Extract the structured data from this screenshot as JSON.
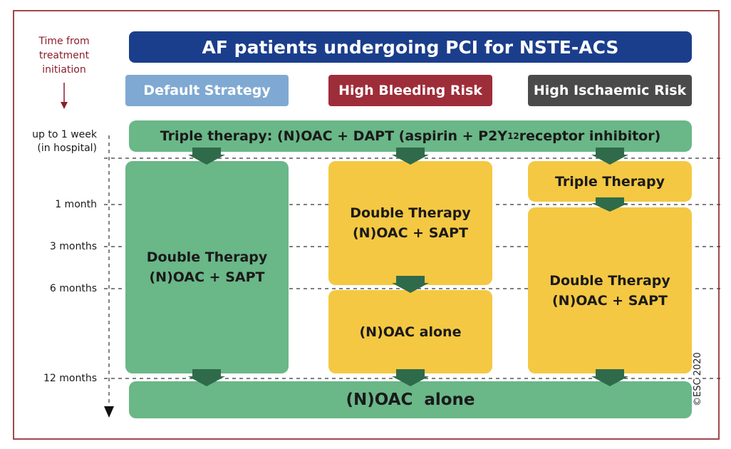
{
  "title": "AF patients undergoing PCI for NSTE-ACS",
  "time_axis": {
    "title": "Time from treatment initiation",
    "ticks": [
      "up to 1 week",
      "(in hospital)",
      "1 month",
      "3 months",
      "6 months",
      "12 months"
    ]
  },
  "columns": {
    "default": "Default Strategy",
    "bleeding": "High Bleeding Risk",
    "ischaemic": "High Ischaemic Risk"
  },
  "colors": {
    "title": "#1b3e8c",
    "default": "#7fa9d2",
    "bleeding": "#9e2d3a",
    "ischaemic": "#4a4a4a",
    "green": "#6ab788",
    "yellow": "#f4c842",
    "arrow": "#2f6b4a"
  },
  "triple_top": {
    "text_pre": "Triple therapy: (N)OAC + DAPT (aspirin + P2Y",
    "sub": "12",
    "text_post": " receptor inhibitor)"
  },
  "boxes": {
    "default_line1": "Double Therapy",
    "default_line2": "(N)OAC + SAPT",
    "bleed_double_line1": "Double Therapy",
    "bleed_double_line2": "(N)OAC + SAPT",
    "bleed_alone": "(N)OAC alone",
    "isch_triple": "Triple Therapy",
    "isch_double_line1": "Double Therapy",
    "isch_double_line2": "(N)OAC + SAPT"
  },
  "bottom": "(N)OAC  alone",
  "copyright": "©ESC 2020"
}
